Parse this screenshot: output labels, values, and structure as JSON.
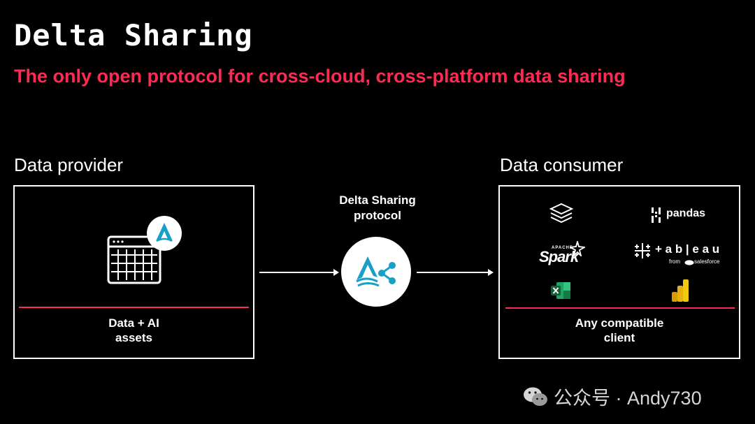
{
  "header": {
    "title": "Delta Sharing",
    "subtitle": "The only open protocol for cross-cloud, cross-platform data sharing"
  },
  "provider": {
    "label": "Data provider",
    "caption_line1": "Data + AI",
    "caption_line2": "assets"
  },
  "protocol": {
    "label_line1": "Delta Sharing",
    "label_line2": "protocol"
  },
  "consumer": {
    "label": "Data consumer",
    "caption_line1": "Any compatible",
    "caption_line2": "client",
    "logos": {
      "pandas": "pandas",
      "spark_small": "APACHE",
      "spark": "Spark",
      "tableau": "+ a b | e a u",
      "tableau_from": "from",
      "salesforce": "salesforce"
    }
  },
  "watermark": {
    "text": "公众号 · Andy730"
  },
  "colors": {
    "accent": "#ff2a52",
    "teal": "#1a9fc6",
    "background": "#000000"
  }
}
